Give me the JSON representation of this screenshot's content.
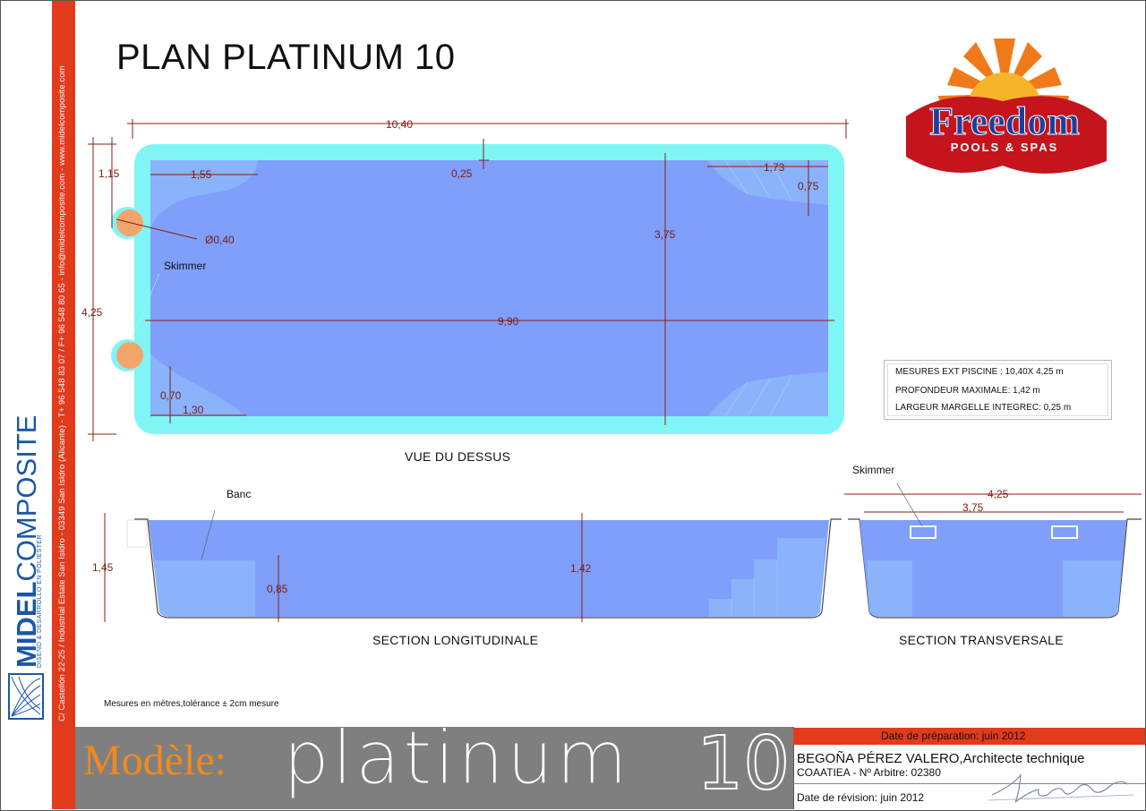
{
  "title": "PLAN  PLATINUM 10",
  "logo": {
    "word": "Freedom",
    "sub": "POOLS & SPAS"
  },
  "sidebar": {
    "brand_bold": "MIDEL",
    "brand_light": "COMPOSITE",
    "brand_tagline": "DISEÑO & DESARROLLO EN POLIESTER",
    "contact": "C/ Castellón 22-25 / Industrial Estate San Isidro - 03349 San Isidro (Alicante) - T+ 96 548 83 07 / F+ 96 548 80 65 - info@midelcomposite.com - www.midelcomposite.com"
  },
  "top_view": {
    "caption": "VUE DU DESSUS",
    "dims": {
      "total_length": "10,40",
      "inner_length": "9,90",
      "total_width": "4,25",
      "inner_width": "3,75",
      "margin": "0,25",
      "skimmer_offset": "1,15",
      "bench_length": "1,55",
      "stair_length": "1,73",
      "stair_depth": "0,75",
      "skimmer_diameter": "Ø0,40",
      "corner_width": "0,70",
      "corner_length": "1,30"
    },
    "skimmer_label": "Skimmer"
  },
  "info": {
    "line1": "MESURES EXT PISCINE : 10,40X 4,25 m",
    "line2": "PROFONDEUR MAXIMALE: 1,42 m",
    "line3": "LARGEUR MARGELLE INTEGREC: 0,25 m"
  },
  "long_section": {
    "caption": "SECTION LONGITUDINALE",
    "banc_label": "Banc",
    "total_height": "1,45",
    "bench_depth": "0,85",
    "max_depth": "1,42"
  },
  "trans_section": {
    "caption": "SECTION TRANSVERSALE",
    "skimmer_label": "Skimmer",
    "total_width": "4,25",
    "inner_width": "3,75"
  },
  "note": "Mesures en mètres,tolérance ± 2cm mesure",
  "footer": {
    "modele": "Modèle:",
    "model_name": "platinum",
    "model_number": "10",
    "prep_date": "Date de préparation:  juin 2012",
    "author": "BEGOÑA PÉREZ VALERO,Architecte technique",
    "coaat": "COAATIEA - Nº Arbitre: 02380",
    "revision": "Date de révision:  juin 2012"
  },
  "colors": {
    "pool_inner": "#7f9ffa",
    "pool_outer": "#7ff5f5",
    "dim_lines": "#8b1d12",
    "accent_red": "#e23b1b",
    "skimmer": "#f2a56b",
    "brand_blue": "#1a57a8"
  }
}
